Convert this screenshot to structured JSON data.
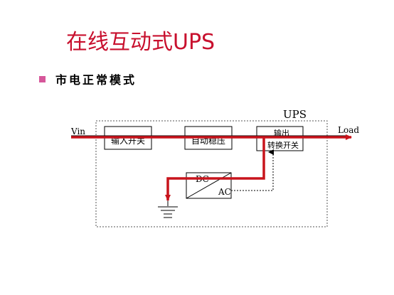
{
  "slide": {
    "title": "在线互动式UPS",
    "bullet": "市电正常模式"
  },
  "diagram": {
    "ups_label": "UPS",
    "vin_label": "Vin",
    "load_label": "Load",
    "block_input_switch": "输入开关",
    "block_auto_regulator": "自动稳压",
    "block_output_line1": "输出",
    "block_output_line2": "转换开关",
    "converter_dc": "DC",
    "converter_ac": "AC"
  },
  "colors": {
    "title": "#c8102e",
    "bullet": "#d6579a",
    "power_path": "#c8141c",
    "lines": "#000000",
    "dashed_border": "#555555"
  }
}
